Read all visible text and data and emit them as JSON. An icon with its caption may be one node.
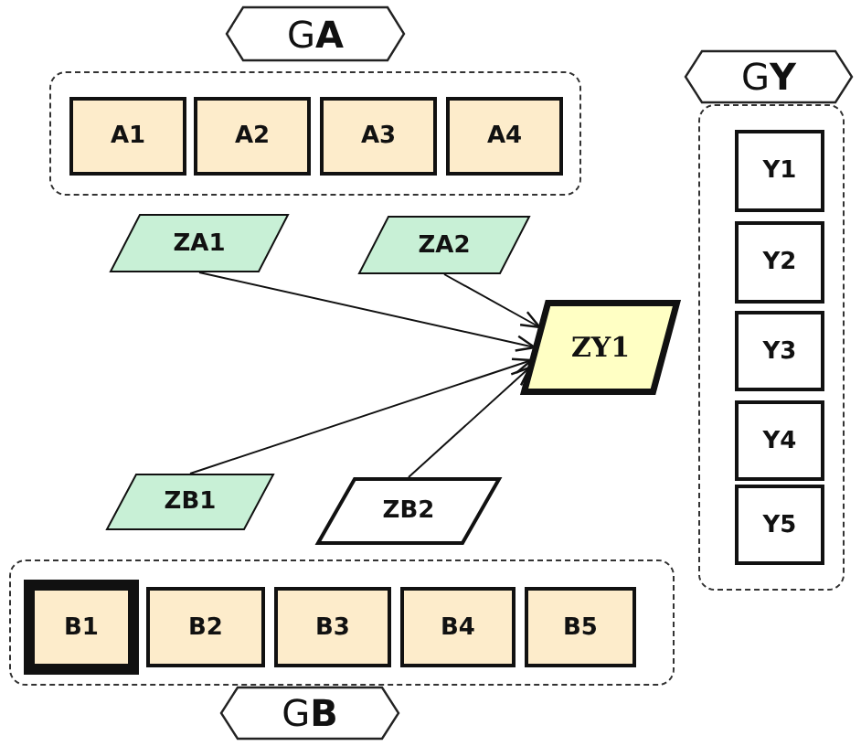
{
  "diagram": {
    "nodes": [
      {
        "text": [
          "G**A**"
        ]
      },
      {
        "text": [
          "A1"
        ],
        "in": 0
      },
      {
        "text": [
          "A2"
        ],
        "in": 0
      },
      {
        "text": [
          "A3"
        ],
        "in": 0
      },
      {
        "text": [
          "A4"
        ],
        "in": 0
      },
      {
        "text": [
          "ZA1"
        ]
      },
      {
        "text": [
          "ZA2"
        ]
      },
      {
        "text": [
          "ZY1"
        ]
      },
      {
        "text": [
          "ZB1"
        ]
      },
      {
        "text": [
          "ZB2"
        ]
      },
      {
        "text": [
          "G**B**"
        ]
      },
      {
        "text": [
          "B1"
        ],
        "in": 10
      },
      {
        "text": [
          "B2"
        ],
        "in": 10
      },
      {
        "text": [
          "B3"
        ],
        "in": 10
      },
      {
        "text": [
          "B4"
        ],
        "in": 10
      },
      {
        "text": [
          "B5"
        ],
        "in": 10
      },
      {
        "text": [
          "G**Y**"
        ]
      },
      {
        "text": [
          "Y1"
        ],
        "in": 16
      },
      {
        "text": [
          "Y2"
        ],
        "in": 16
      },
      {
        "text": [
          "Y3"
        ],
        "in": 16
      },
      {
        "text": [
          "Y4"
        ],
        "in": 16
      },
      {
        "text": [
          "Y5"
        ],
        "in": 16
      }
    ],
    "edges": [
      {
        "from": 5,
        "to": 7,
        "arrow": "to"
      },
      {
        "from": 6,
        "to": 7,
        "arrow": "to"
      },
      {
        "from": 8,
        "to": 7,
        "arrow": "to"
      },
      {
        "from": 9,
        "to": 7,
        "arrow": "to"
      }
    ]
  }
}
